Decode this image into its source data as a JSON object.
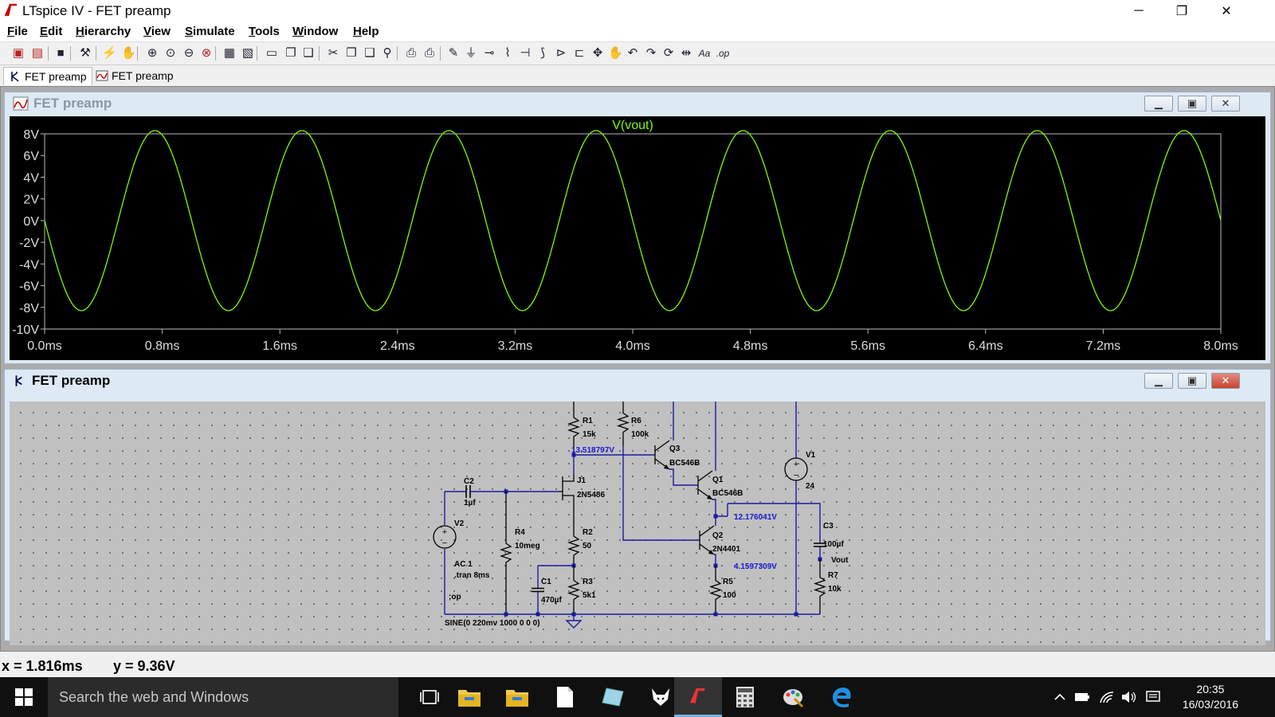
{
  "window": {
    "title": "LTspice IV - FET preamp",
    "minimize": "─",
    "maximize": "❐",
    "close": "✕"
  },
  "menu": [
    "File",
    "Edit",
    "Hierarchy",
    "View",
    "Simulate",
    "Tools",
    "Window",
    "Help"
  ],
  "toolbar": {
    "icons": [
      "new-schematic-icon",
      "open-icon",
      "save-icon",
      "control-panel-icon",
      "run-icon",
      "halt-icon",
      "zoom-in-icon",
      "zoom-pan-icon",
      "zoom-out-icon",
      "zoom-cancel-icon",
      "autorange-icon",
      "delete-trace-icon",
      "tile-horizontal-icon",
      "cascade-icon",
      "close-windows-icon",
      "cut-icon",
      "copy-icon",
      "paste-icon",
      "find-icon",
      "print-setup-icon",
      "print-icon",
      "wire-icon",
      "ground-icon",
      "label-net-icon",
      "resistor-icon",
      "capacitor-icon",
      "inductor-icon",
      "diode-icon",
      "component-icon",
      "move-icon",
      "drag-icon",
      "undo-icon",
      "redo-icon",
      "rotate-icon",
      "mirror-icon",
      "text-icon",
      "spice-directive-icon"
    ],
    "text_label": "Aa",
    "op_label": ".op"
  },
  "tabs": [
    {
      "label": "FET preamp",
      "icon": "schematic-icon",
      "active": true
    },
    {
      "label": "FET preamp",
      "icon": "waveform-icon",
      "active": false
    }
  ],
  "plot_window": {
    "title": "FET preamp",
    "trace_label": "V(vout)",
    "trace_color": "#7cfc00",
    "y_ticks": [
      "8V",
      "6V",
      "4V",
      "2V",
      "0V",
      "-2V",
      "-4V",
      "-6V",
      "-8V",
      "-10V"
    ],
    "x_ticks": [
      "0.0ms",
      "0.8ms",
      "1.6ms",
      "2.4ms",
      "3.2ms",
      "4.0ms",
      "4.8ms",
      "5.6ms",
      "6.4ms",
      "7.2ms",
      "8.0ms"
    ]
  },
  "chart_data": {
    "type": "line",
    "title": "V(vout)",
    "series": [
      {
        "name": "V(vout)",
        "amplitude": 8.3,
        "offset": -0.9,
        "frequency_hz": 1000,
        "phase": "starts near 0V descending"
      }
    ],
    "xlim": [
      0,
      8
    ],
    "x_unit": "ms",
    "ylim": [
      -10,
      8
    ],
    "y_unit": "V",
    "grid": false
  },
  "schematic_window": {
    "title": "FET preamp",
    "labels": {
      "r1": "R1",
      "r1v": "15k",
      "r6": "R6",
      "r6v": "100k",
      "q3": "Q3",
      "q3v": "BC546B",
      "node1": "13.518797V",
      "v1": "V1",
      "v1v": "24",
      "c2": "C2",
      "c2v": "1µf",
      "j1": "J1",
      "j1v": "2N5486",
      "q1": "Q1",
      "q1v": "BC546B",
      "node2": "12.176041V",
      "v2": "V2",
      "r4": "R4",
      "r4v": "10meg",
      "r2": "R2",
      "r2v": "50",
      "q2": "Q2",
      "q2v": "2N4401",
      "c3": "C3",
      "c3v": "100µf",
      "vout": "Vout",
      "ac": "AC 1",
      "tran": ".tran 8ms",
      "node3": "4.1597309V",
      "r7": "R7",
      "r7v": "10k",
      "c1": "C1",
      "c1v": "470µf",
      "r3": "R3",
      "r3v": "5k1",
      "r5": "R5",
      "r5v": "100",
      "op": ";op",
      "sine": "SINE(0 220mv 1000 0 0 0)"
    }
  },
  "status": {
    "x": "x = 1.816ms",
    "y": "y = 9.36V"
  },
  "taskbar": {
    "search_placeholder": "Search the web and Windows",
    "time": "20:35",
    "date": "16/03/2016"
  }
}
